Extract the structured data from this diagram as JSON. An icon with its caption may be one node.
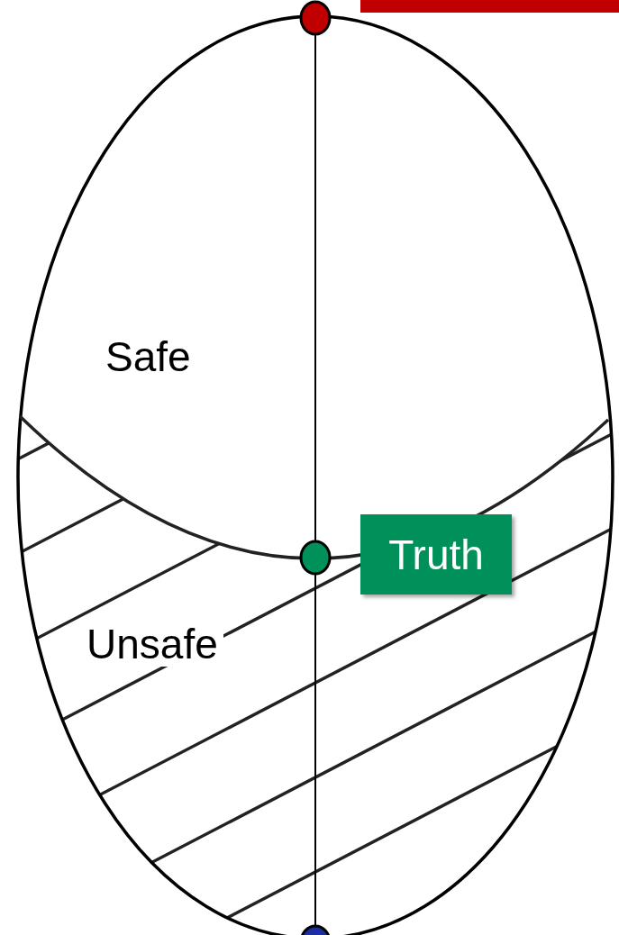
{
  "diagram": {
    "nodes": [
      {
        "text": [],
        "shape": "circle"
      },
      {
        "text": [],
        "shape": "circle"
      },
      {
        "text": [],
        "shape": "circle"
      },
      {
        "text": [
          "Truth"
        ]
      }
    ],
    "edges": [
      {
        "from": 0,
        "to": 1,
        "arrow": "none"
      },
      {
        "from": 1,
        "to": 2,
        "arrow": "none"
      }
    ],
    "labels": [
      "Safe",
      "Unsafe"
    ]
  }
}
